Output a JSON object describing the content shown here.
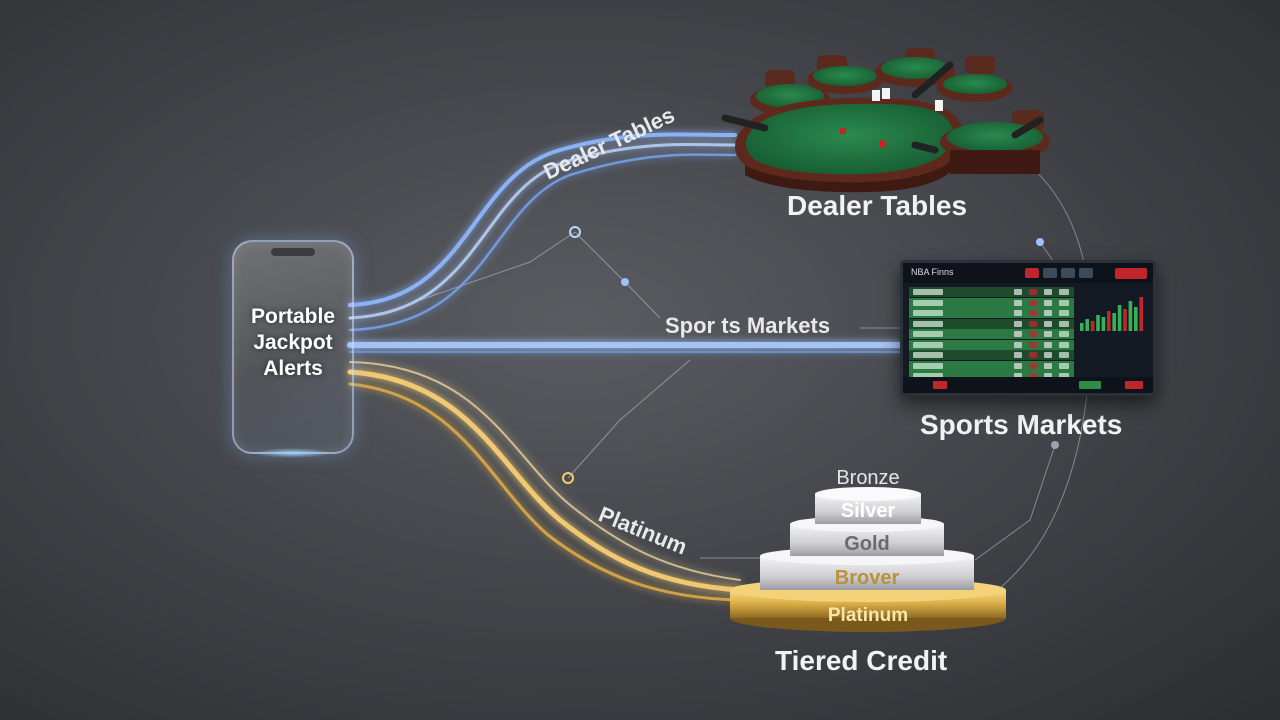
{
  "phone": {
    "lines": [
      "Portable",
      "Jackpot",
      "Alerts"
    ]
  },
  "paths": {
    "dealer_label": "Dealer Tables",
    "sports_label": "Spor ts Markets",
    "platinum_label": "Platinum"
  },
  "nodes": {
    "dealer_title": "Dealer Tables",
    "sports_title": "Sports Markets",
    "credit_title": "Tiered Credit"
  },
  "dashboard": {
    "title": "NBA Finns"
  },
  "tiers": [
    "Bronze",
    "Silver",
    "Gold",
    "Brover",
    "Platinum"
  ],
  "colors": {
    "blue_path": "#9cc4ff",
    "gold_path": "#f2c46a",
    "felt_green": "#1e6b3c",
    "wood": "#6b2e22",
    "gold_tier": "#d9b04a",
    "silver_tier": "#d9d9dc"
  }
}
